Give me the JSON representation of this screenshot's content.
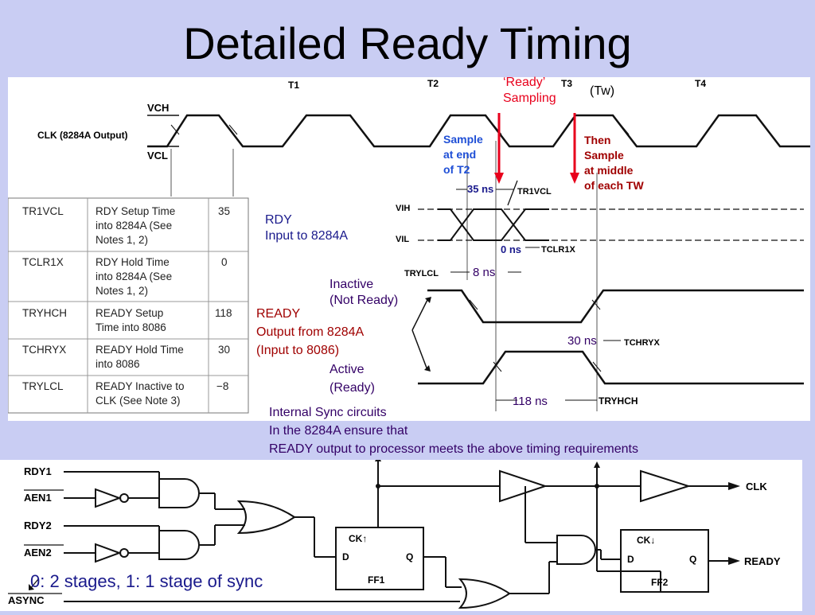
{
  "title": "Detailed Ready Timing",
  "timing": {
    "period_labels": [
      "T1",
      "T2",
      "T3",
      "T4"
    ],
    "tw_label": "(Tw)",
    "vch": "VCH",
    "vcl": "VCL",
    "clk_label": "CLK (8284A Output)",
    "vih": "VIH",
    "vil": "VIL",
    "tr1vcl": "TR1VCL",
    "tclr1x": "TCLR1X",
    "trylcl": "TRYLCL",
    "tchryx": "TCHRYX",
    "tryhch": "TRYHCH",
    "ns_35": "35 ns",
    "ns_0": "0 ns",
    "ns_8": "8 ns",
    "ns_30": "30 ns",
    "ns_118": "118 ns"
  },
  "annotations": {
    "ready_sampling": [
      "‘Ready’",
      "Sampling"
    ],
    "sample_end": [
      "Sample",
      "at end",
      "of T2"
    ],
    "then_sample": [
      "Then",
      "Sample",
      "at middle",
      "of each TW"
    ],
    "rdy_input": [
      "RDY",
      "Input to 8284A"
    ],
    "inactive": [
      "Inactive",
      "(Not Ready)"
    ],
    "ready_output": [
      "READY",
      "Output from 8284A",
      "(Input to 8086)"
    ],
    "active": [
      "Active",
      "(Ready)"
    ],
    "internal_sync": [
      "Internal Sync circuits",
      "In the 8284A ensure that",
      "READY output to processor meets the above timing requirements"
    ]
  },
  "table": {
    "rows": [
      {
        "sym": "TR1VCL",
        "desc": [
          "RDY Setup Time",
          "into 8284A (See",
          "Notes 1, 2)"
        ],
        "val": "35"
      },
      {
        "sym": "TCLR1X",
        "desc": [
          "RDY Hold Time",
          "into 8284A (See",
          "Notes 1, 2)"
        ],
        "val": "0"
      },
      {
        "sym": "TRYHCH",
        "desc": [
          "READY Setup",
          "Time into 8086"
        ],
        "val": "118"
      },
      {
        "sym": "TCHRYX",
        "desc": [
          "READY Hold Time",
          "into 8086"
        ],
        "val": "30"
      },
      {
        "sym": "TRYLCL",
        "desc": [
          "READY Inactive to",
          "CLK (See Note 3)"
        ],
        "val": "−8"
      }
    ]
  },
  "circuit": {
    "rdy1": "RDY1",
    "aen1": "AEN1",
    "rdy2": "RDY2",
    "aen2": "AEN2",
    "async": "ASYNC",
    "clk_out": "CLK",
    "ready_out": "READY",
    "ff1": "FF1",
    "ff2": "FF2",
    "ck_up": "CK↑",
    "ck_down": "CK↓",
    "d": "D",
    "q": "Q",
    "sync_note": "0: 2 stages, 1: 1 stage of sync"
  },
  "colors": {
    "background": "#c9cdf3",
    "red": "#e8001c",
    "blue": "#1f4fd6",
    "purple": "#330066",
    "darkred": "#a00000"
  }
}
